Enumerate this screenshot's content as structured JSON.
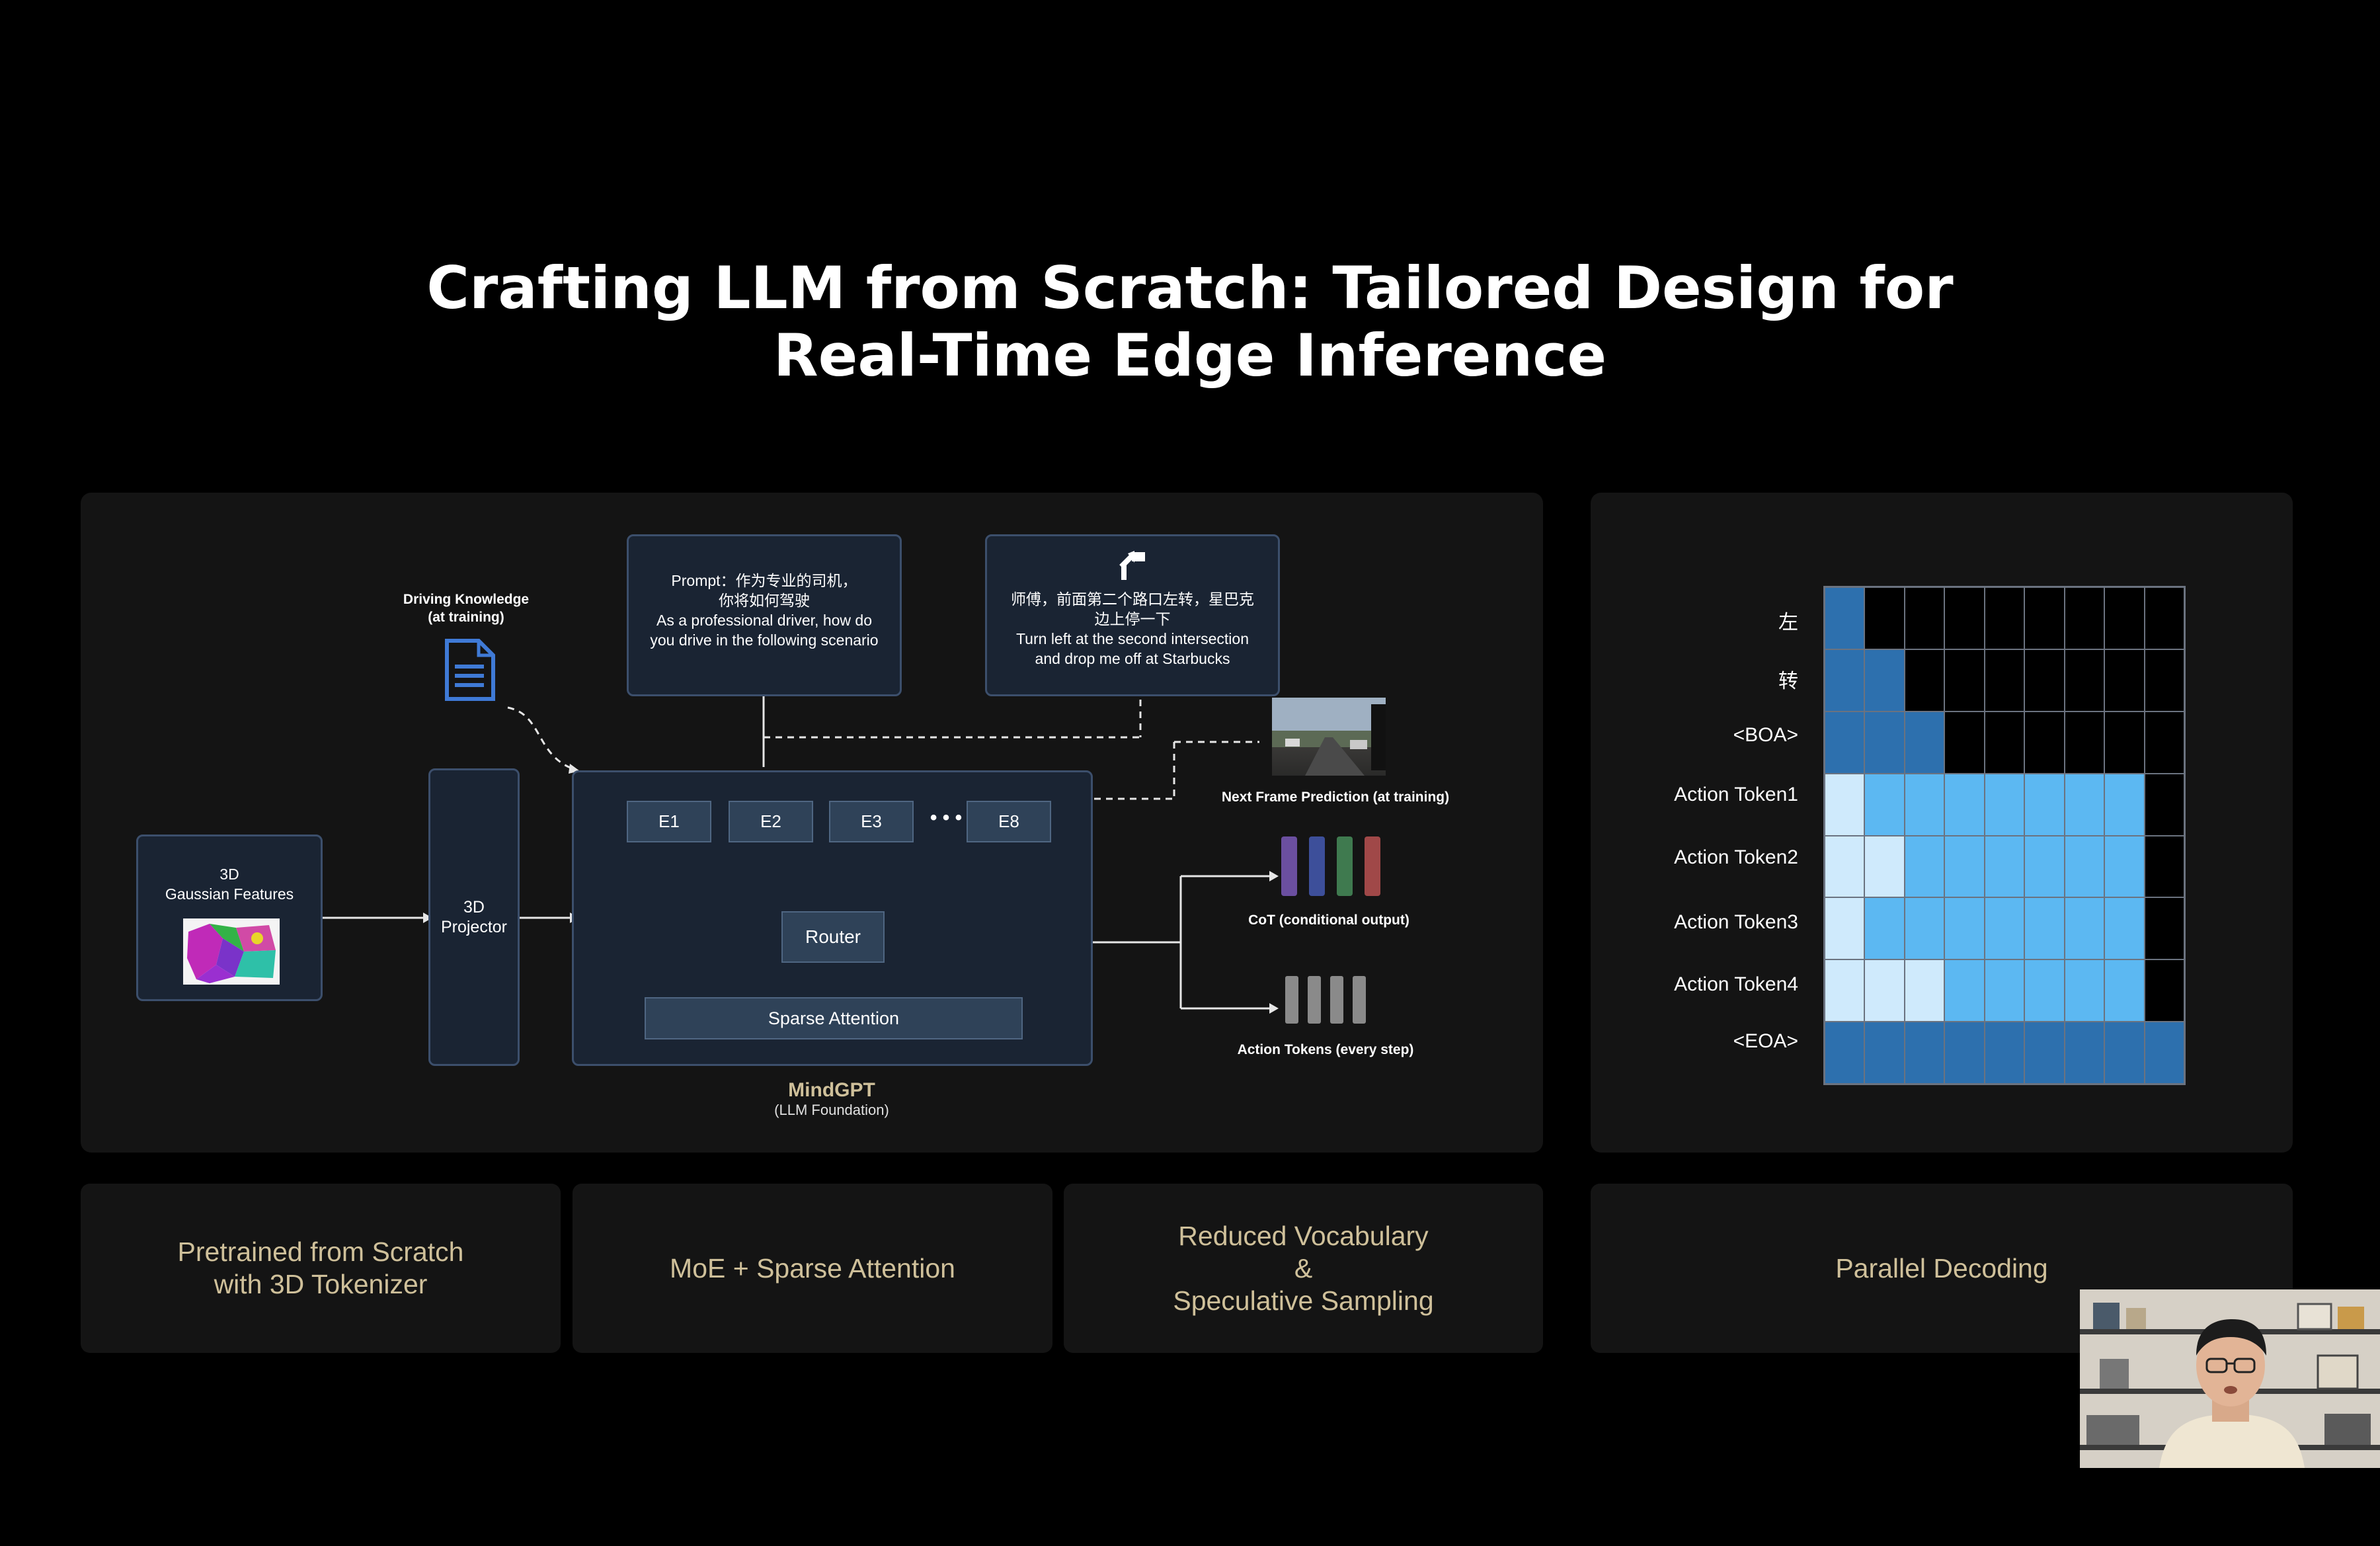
{
  "slide": {
    "title_line1": "Crafting LLM from Scratch: Tailored Design for",
    "title_line2": "Real-Time Edge Inference"
  },
  "diagram": {
    "driving_knowledge_line1": "Driving Knowledge",
    "driving_knowledge_line2": "(at training)",
    "gaussian_line1": "3D",
    "gaussian_line2": "Gaussian Features",
    "projector_line1": "3D",
    "projector_line2": "Projector",
    "prompt_lines": [
      "Prompt：作为专业的司机，",
      "你将如何驾驶",
      "As a professional driver, how do",
      "you drive in the following scenario"
    ],
    "instruction_lines": [
      "师傅，前面第二个路口左转，星巴克",
      "边上停一下",
      "Turn left at the second intersection",
      "and drop me off at Starbucks"
    ],
    "experts": [
      "E1",
      "E2",
      "E3",
      "E8"
    ],
    "ellipsis": "• • •",
    "router": "Router",
    "sparse_attention": "Sparse Attention",
    "model_name": "MindGPT",
    "model_sub": "(LLM Foundation)",
    "next_frame": "Next Frame Prediction (at training)",
    "cot": "CoT (conditional output)",
    "action_tokens": "Action Tokens (every step)",
    "cot_colors": [
      "#6b4fa0",
      "#3d4f9a",
      "#3f7a4f",
      "#a04848"
    ],
    "action_token_color": "#8a8a8a"
  },
  "mask_chart": {
    "row_labels": [
      "左",
      "转",
      "<BOA>",
      "Action Token1",
      "Action Token2",
      "Action Token3",
      "Action Token4",
      "<EOA>"
    ],
    "columns": 9,
    "legend_colors": {
      "K": "#000000",
      "D": "#2d70ae",
      "L": "#5cb8f2",
      "P": "#cfeafc"
    },
    "rows": [
      "DKKKKKKKK",
      "DDKKKKKKK",
      "DDDKKKKKK",
      "PLLLLLLLK",
      "PPLLLLLLK",
      "PLLLLLLLK",
      "PPPLLLLLK",
      "DDDDDDDDD"
    ]
  },
  "captions": {
    "c1_line1": "Pretrained from Scratch",
    "c1_line2": "with 3D Tokenizer",
    "c2": "MoE + Sparse Attention",
    "c3_line1": "Reduced Vocabulary",
    "c3_line2": "&",
    "c3_line3": "Speculative Sampling",
    "c4": "Parallel Decoding"
  }
}
